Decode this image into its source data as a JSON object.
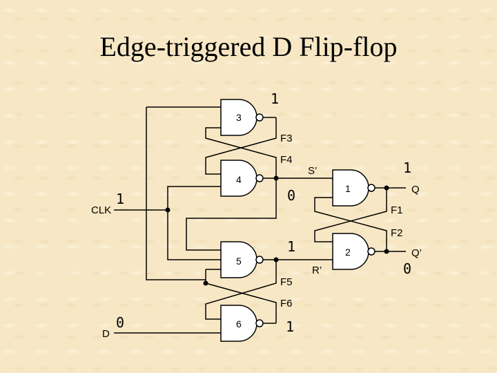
{
  "title": "Edge-triggered D Flip-flop",
  "gates": {
    "g1": "1",
    "g2": "2",
    "g3": "3",
    "g4": "4",
    "g5": "5",
    "g6": "6"
  },
  "signals": {
    "clk": "CLK",
    "d": "D",
    "s_prime": "S’",
    "r_prime": "R’",
    "q": "Q",
    "q_prime": "Q’",
    "f1": "F1",
    "f2": "F2",
    "f3": "F3",
    "f4": "F4",
    "f5": "F5",
    "f6": "F6"
  },
  "values": {
    "gate3_out": "1",
    "q_top": "1",
    "s_prime": "0",
    "clk": "1",
    "gate5_out": "1",
    "q_prime": "0",
    "d": "0",
    "gate6_out": "1"
  }
}
